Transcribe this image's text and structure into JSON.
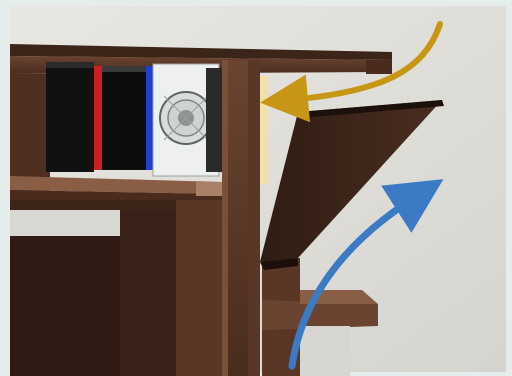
{
  "scene": {
    "subject": "cabinet-with-fan-and-hinged-flap",
    "colors": {
      "frame_bg": "#e4ecec",
      "wall": "#dedcd6",
      "wood_dark": "#4a2c1e",
      "wood_mid": "#6b4431",
      "wood_light": "#8a5e44",
      "flap": "#3a2419",
      "fan_housing": "#eef0f0",
      "filter_red": "#cc1f1f",
      "filter_blue": "#1f3fcc",
      "insulation": "#f2e1a6",
      "shelf_light": "#d9d7d2"
    },
    "arrows": [
      {
        "name": "airflow-in",
        "color": "#c79614",
        "direction": "inward"
      },
      {
        "name": "airflow-up",
        "color": "#3a7bc4",
        "direction": "upward"
      }
    ]
  }
}
